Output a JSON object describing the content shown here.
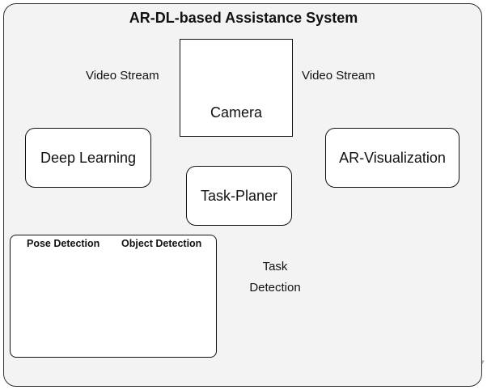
{
  "title": "AR-DL-based Assistance System",
  "nodes": {
    "camera": "Camera",
    "deep_learning": "Deep Learning",
    "task_planer": "Task-Planer",
    "ar_visualization": "AR-Visualization"
  },
  "edge_labels": {
    "video_stream_left": "Video Stream",
    "video_stream_right": "Video Stream",
    "task_detection_line1": "Task",
    "task_detection_line2": "Detection"
  },
  "detection_panel": {
    "pose_title": "Pose Detection",
    "object_title": "Object Detection"
  },
  "icons": {
    "camera": "video-camera-icon"
  },
  "colors": {
    "background": "#f3f3f3",
    "border": "#111111",
    "box_fill": "#ffffff",
    "detection_box": "#8bc34a",
    "ar_highlight": "#e53935",
    "app_bar": "#1aa091"
  }
}
